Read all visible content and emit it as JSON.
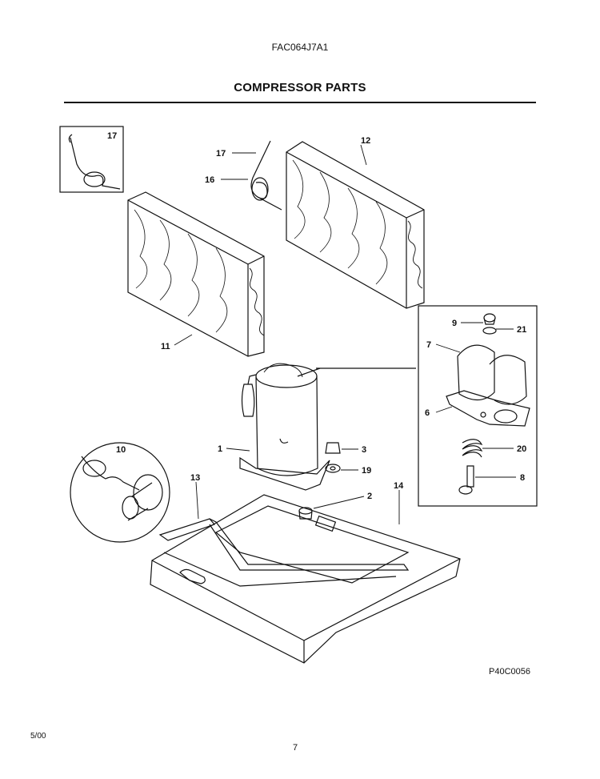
{
  "header": {
    "model_number": "FAC064J7A1",
    "section_title": "COMPRESSOR PARTS"
  },
  "callouts": {
    "c1": "1",
    "c2": "2",
    "c3": "3",
    "c6": "6",
    "c7": "7",
    "c8": "8",
    "c9": "9",
    "c10": "10",
    "c11": "11",
    "c12": "12",
    "c13": "13",
    "c14": "14",
    "c16": "16",
    "c17a": "17",
    "c17b": "17",
    "c19": "19",
    "c20": "20",
    "c21": "21"
  },
  "footer": {
    "drawing_ref": "P40C0056",
    "date": "5/00",
    "page_number": "7"
  }
}
